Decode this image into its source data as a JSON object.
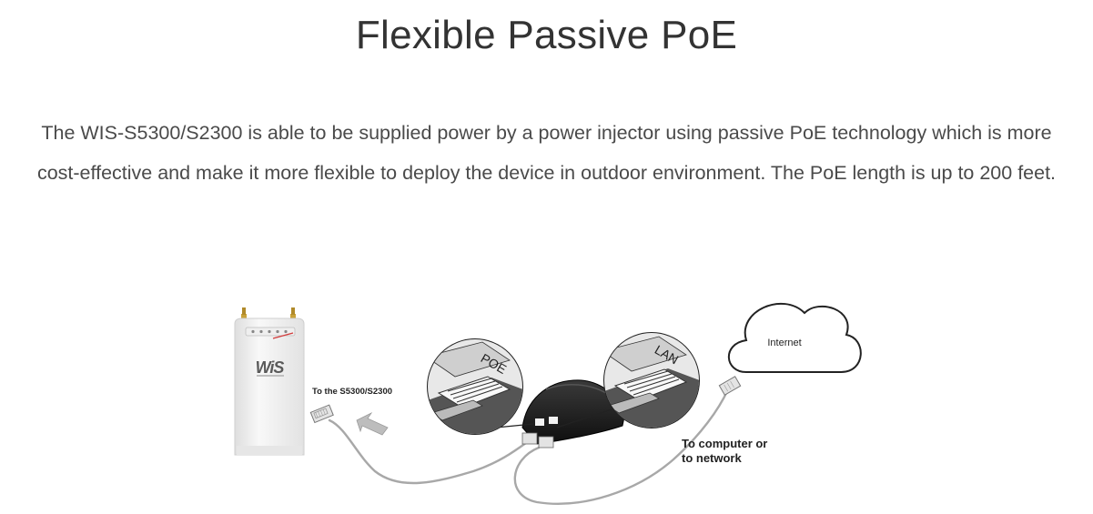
{
  "heading": "Flexible Passive PoE",
  "description": {
    "line1": "The WIS-S5300/S2300 is able to be supplied power by a power injector using passive PoE technology which is more",
    "line2": "cost-effective and make it more flexible to deploy the device in outdoor environment. The PoE length is up to 200 feet."
  },
  "diagram": {
    "device_logo": "WiS",
    "device_label": "To the S5300/S2300",
    "poe_port_label": "POE",
    "lan_port_label": "LAN",
    "cloud_label": "Internet",
    "network_label_line1": "To computer or",
    "network_label_line2": "to network"
  },
  "colors": {
    "text": "#3a3a3a",
    "device_body": "#f3f3f3",
    "injector": "#1a1a1a",
    "cable": "#9a9a9a"
  }
}
